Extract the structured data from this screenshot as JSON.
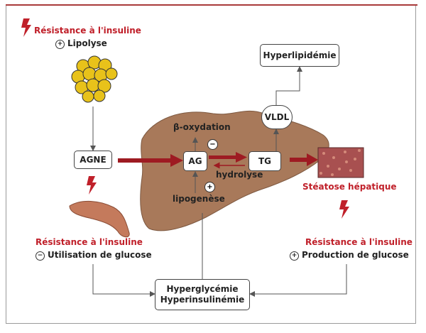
{
  "nodes": {
    "resistance_top": "Résistance à l'insuline",
    "lipolyse": "Lipolyse",
    "agne": "AGNE",
    "beta_oxydation": "β-oxydation",
    "ag": "AG",
    "tg": "TG",
    "hydrolyse": "hydrolyse",
    "lipogenese": "lipogenèse",
    "vldl": "VLDL",
    "hyperlipidemie": "Hyperlipidémie",
    "steatose": "Stéatose hépatique",
    "resistance_left": "Résistance à l'insuline",
    "utilisation": "Utilisation de glucose",
    "resistance_right": "Résistance à l'insuline",
    "production": "Production de glucose",
    "hyperglycemie": "Hyperglycémie",
    "hyperinsulinemie": "Hyperinsulinémie"
  },
  "signs": {
    "plus": "+",
    "minus": "−"
  },
  "colors": {
    "accent_red": "#c0202a",
    "liver": "#a8795a",
    "arrow_red": "#9e1b22",
    "fat_yellow": "#e8c21a"
  }
}
